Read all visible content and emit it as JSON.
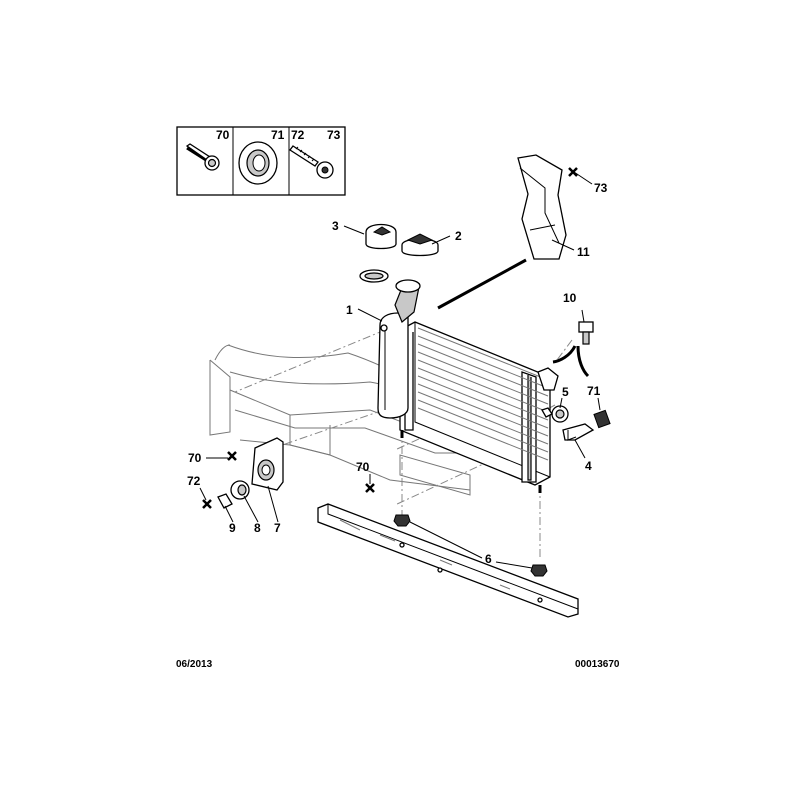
{
  "legend_box": {
    "cells": [
      "70",
      "71",
      "72",
      "73"
    ]
  },
  "callouts": {
    "c1": "1",
    "c2": "2",
    "c3": "3",
    "c4": "4",
    "c5": "5",
    "c6": "6",
    "c7": "7",
    "c8": "8",
    "c9": "9",
    "c10": "10",
    "c11": "11",
    "c70a": "70",
    "c70b": "70",
    "c71": "71",
    "c72": "72",
    "c73": "73"
  },
  "footer": {
    "date": "06/2013",
    "ref": "00013670"
  }
}
